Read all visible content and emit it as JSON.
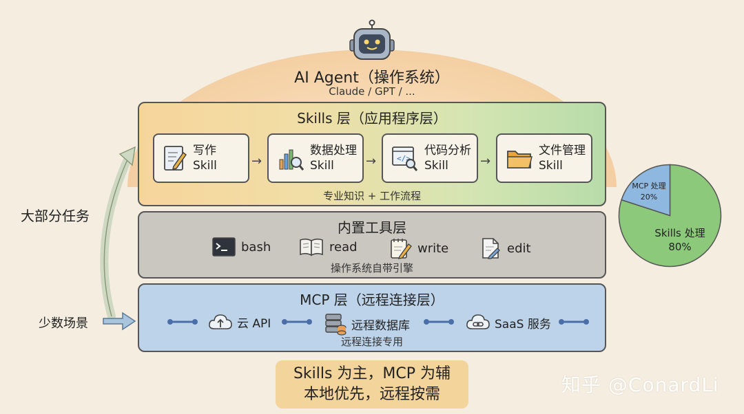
{
  "agent": {
    "title": "AI Agent（操作系统）",
    "subtitle": "Claude / GPT / ..."
  },
  "skills_layer": {
    "title": "Skills 层（应用程序层）",
    "cards": [
      {
        "name": "写作",
        "sub": "Skill",
        "icon": "writing-icon"
      },
      {
        "name": "数据处理",
        "sub": "Skill",
        "icon": "data-chart-icon"
      },
      {
        "name": "代码分析",
        "sub": "Skill",
        "icon": "code-window-icon"
      },
      {
        "name": "文件管理",
        "sub": "Skill",
        "icon": "folder-icon"
      }
    ],
    "footer": "专业知识 + 工作流程"
  },
  "tools_layer": {
    "title": "内置工具层",
    "tools": [
      {
        "label": "bash",
        "icon": "terminal-icon"
      },
      {
        "label": "read",
        "icon": "book-icon"
      },
      {
        "label": "write",
        "icon": "notepad-pencil-icon"
      },
      {
        "label": "edit",
        "icon": "document-edit-icon"
      }
    ],
    "footer": "操作系统自带引擎"
  },
  "mcp_layer": {
    "title": "MCP 层（远程连接层）",
    "items": [
      {
        "label": "云 API",
        "icon": "cloud-upload-icon"
      },
      {
        "label": "远程数据库",
        "icon": "database-icon"
      },
      {
        "label": "SaaS 服务",
        "icon": "cloud-link-icon"
      }
    ],
    "footer": "远程连接专用"
  },
  "side_labels": {
    "most": "大部分任务",
    "few": "少数场景"
  },
  "chart_data": {
    "type": "pie",
    "slices": [
      {
        "label": "Skills 处理",
        "pct_label": "80%",
        "value": 80,
        "color": "#8cc97a"
      },
      {
        "label": "MCP 处理",
        "pct_label": "20%",
        "value": 20,
        "color": "#8fb8e0"
      }
    ]
  },
  "motto": {
    "line1": "Skills 为主，MCP 为辅",
    "line2": "本地优先，远程按需"
  },
  "watermark": "知乎 @ConardLi",
  "colors": {
    "background": "#f4ede0",
    "skills_left": "#f6d59b",
    "skills_right": "#b7dca9",
    "tools": "#c9c7c0",
    "mcp": "#bcd3ea",
    "motto": "#f3d49b"
  }
}
